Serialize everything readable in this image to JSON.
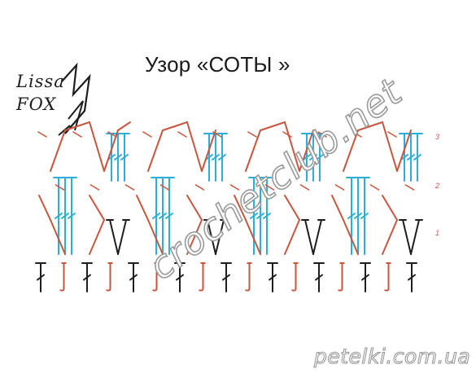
{
  "title": "Узор «СОТЫ »",
  "logo": {
    "line1": "Lissa",
    "line2": "FOX"
  },
  "watermarks": {
    "main": "crochetclub.net",
    "secondary": "petelki.com.ua"
  },
  "row_numbers": [
    "1",
    "2",
    "3"
  ],
  "colors": {
    "chain_red": "#c8553d",
    "double_crochet_blue": "#2ab0d8",
    "single_crochet_black": "#1e1e1e",
    "row_number_red": "#d9534f"
  }
}
